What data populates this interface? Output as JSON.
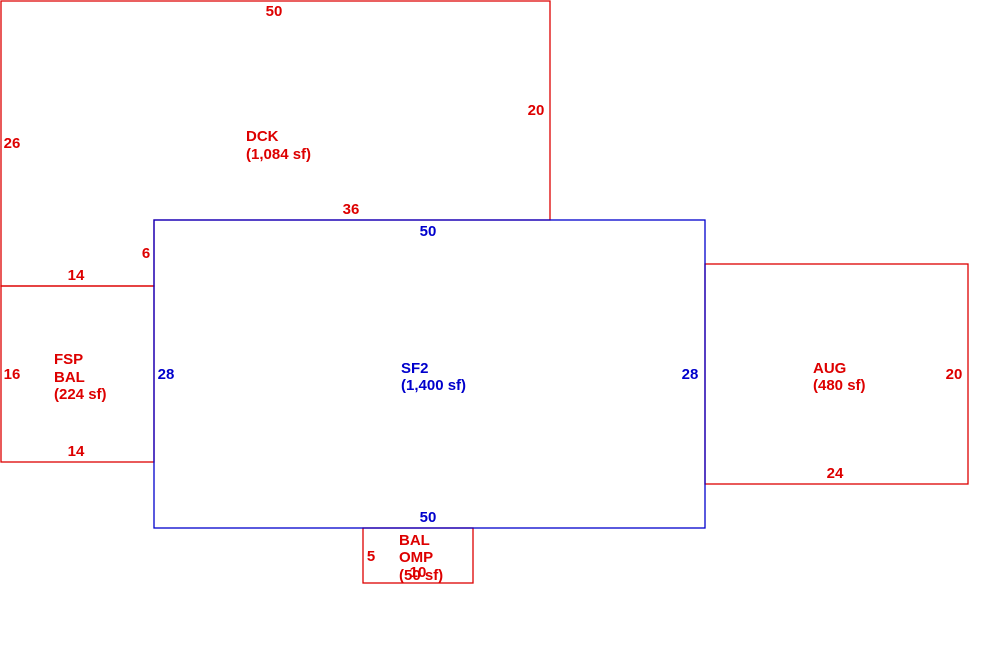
{
  "colors": {
    "living_area": "#0000cc",
    "addition": "#dd0000"
  },
  "areas": {
    "dck": {
      "code": "DCK",
      "size": "(1,084 sf)",
      "dims": {
        "top": "50",
        "right": "20",
        "left": "26",
        "inner_top": "36",
        "inner_bottom": "14",
        "step": "6"
      }
    },
    "fsp_bal": {
      "code1": "FSP",
      "code2": "BAL",
      "size": "(224 sf)",
      "dims": {
        "top": "14",
        "left": "16",
        "bottom": "14"
      }
    },
    "sf2": {
      "code": "SF2",
      "size": "(1,400 sf)",
      "dims": {
        "top": "50",
        "bottom": "50",
        "left": "28",
        "right": "28"
      }
    },
    "aug": {
      "code": "AUG",
      "size": "(480 sf)",
      "dims": {
        "right": "20",
        "bottom": "24"
      }
    },
    "bal_omp": {
      "code1": "BAL",
      "code2": "OMP",
      "size": "(50 sf)",
      "dims": {
        "left": "5",
        "bottom": "10"
      }
    }
  }
}
